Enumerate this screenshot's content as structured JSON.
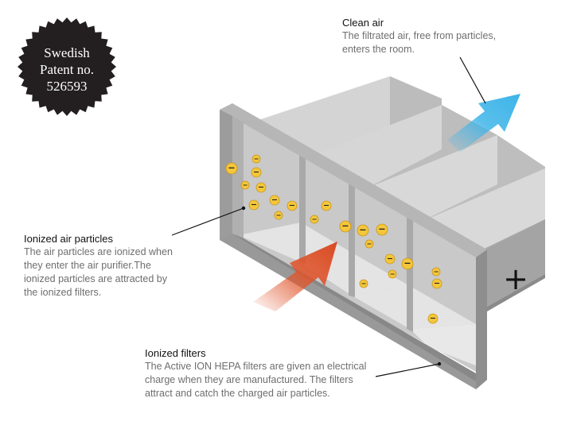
{
  "seal": {
    "lines": [
      "Swedish",
      "Patent no.",
      "526593"
    ]
  },
  "clean_air": {
    "title": "Clean air",
    "description": [
      "The filtrated air, free from particles,",
      "enters the room."
    ]
  },
  "ionized_particles": {
    "title": "Ionized air particles",
    "description": [
      "The air particles are ionized when",
      "they enter the air purifier.The",
      "ionized particles are attracted by",
      "the ionized filters."
    ]
  },
  "ionized_filters": {
    "title": "Ionized filters",
    "description": [
      "The Active ION HEPA filters are given an electrical",
      "charge when they are manufactured. The filters",
      "attract and catch the charged air particles."
    ]
  },
  "charges": {
    "negative_symbol": "−",
    "positive_symbol": "+"
  },
  "colors": {
    "seal": "#231f20",
    "clean_air_arrow": "#3db4e8",
    "dirty_air_arrow": "#e0552b",
    "particle": "#f4c63a",
    "filter_frame": "#9a9a9a"
  }
}
